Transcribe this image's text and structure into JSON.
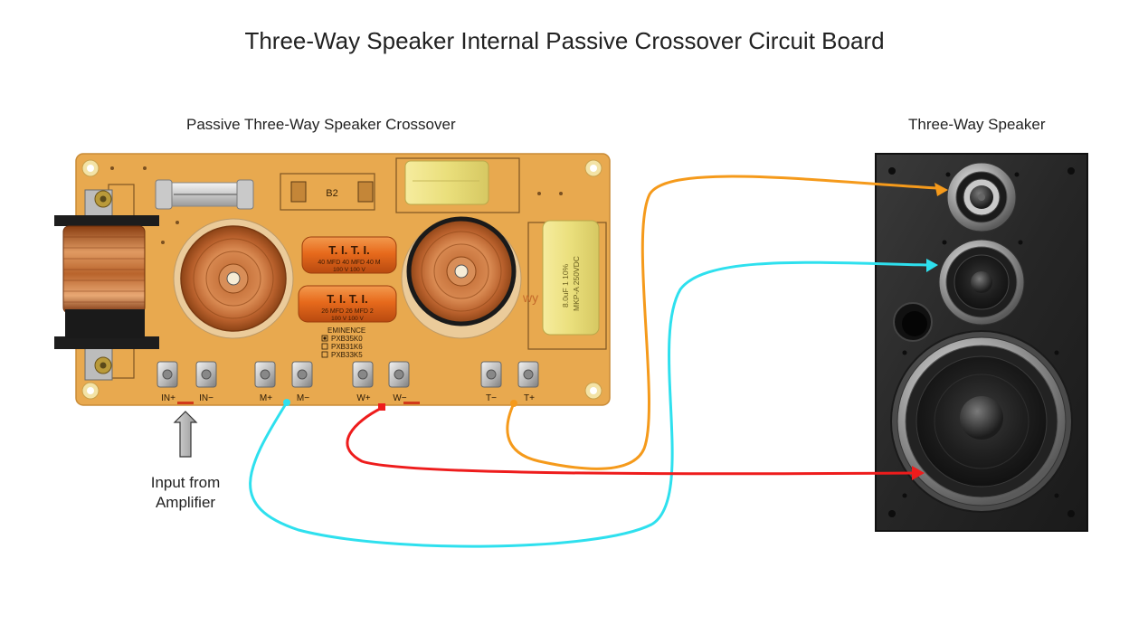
{
  "title": "Three-Way Speaker Internal Passive Crossover Circuit Board",
  "labels": {
    "crossover": "Passive Three-Way Speaker Crossover",
    "speaker": "Three-Way Speaker",
    "input_line1": "Input from",
    "input_line2": "Amplifier"
  },
  "terminals": [
    "IN+",
    "IN−",
    "M+",
    "M−",
    "W+",
    "W−",
    "T−",
    "T+"
  ],
  "board_markings": {
    "resistor": "B2",
    "capacitor_top": "T. I. T. I.",
    "capacitor_top_value": "40 MFD  40 MFD  40 M",
    "capacitor_top_voltage": "100 V   100 V",
    "capacitor_bottom": "T. I. T. I.",
    "capacitor_bottom_value": "26 MFD  26 MFD  2",
    "capacitor_bottom_voltage": "100 V   100 V",
    "brand": "EMINENCE",
    "models": [
      "PXB35K0",
      "PXB31K6",
      "PXB33K5"
    ],
    "film_cap_line1": "8.0uF  1 10%",
    "film_cap_line2": "MKP-A 250VDC",
    "edge_mark": "wy"
  },
  "colors": {
    "tweeter_wire": "#f59a1b",
    "mid_wire": "#2ee0ee",
    "woofer_wire": "#ee1c1c",
    "pcb": "#e8a94f"
  }
}
